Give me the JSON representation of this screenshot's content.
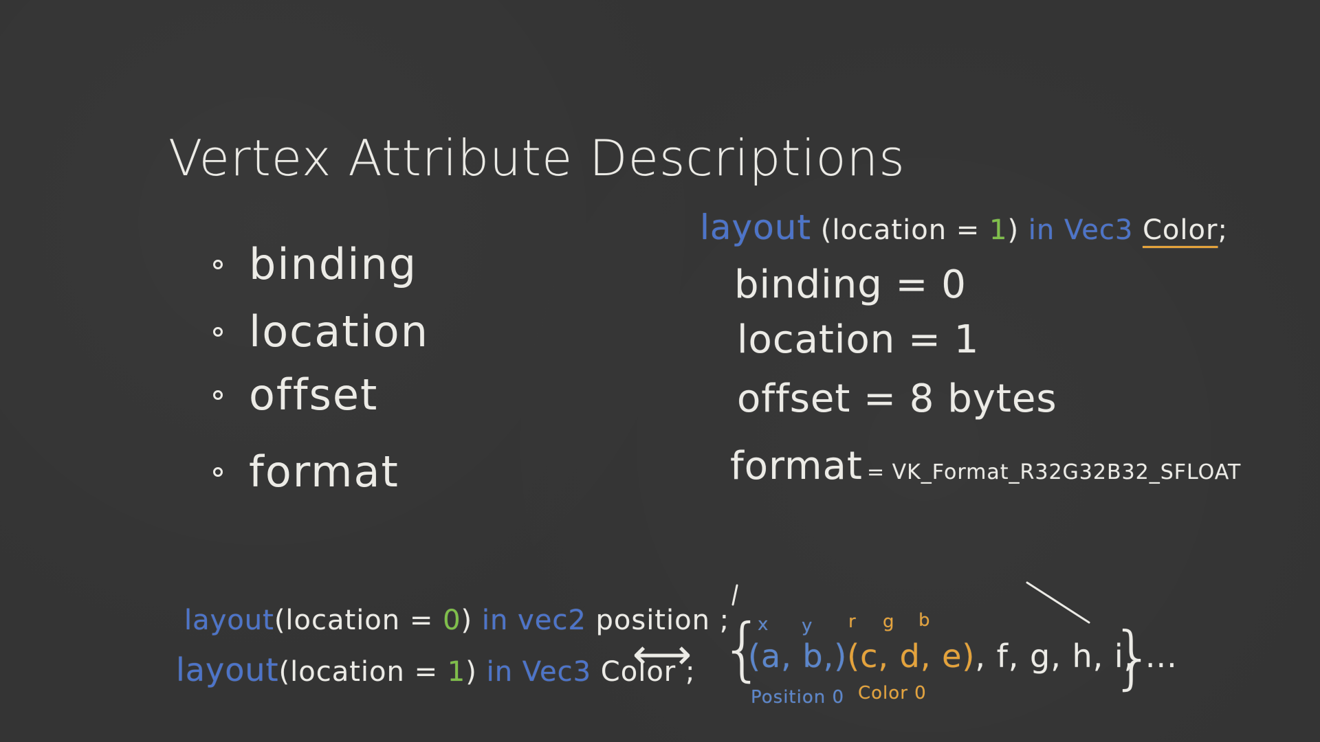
{
  "title": "Vertex Attribute Descriptions",
  "bullets": [
    "binding",
    "location",
    "offset",
    "format"
  ],
  "top_layout": {
    "keyword": "layout",
    "loc_open": "(location = ",
    "loc_num": "1",
    "loc_close": ")",
    "in_type": "in Vec3",
    "name": "Color",
    "semicolon": ";"
  },
  "details": {
    "binding": "binding = 0",
    "location": "location = 1",
    "offset": "offset = 8 bytes",
    "format_label": "format",
    "format_value": "= VK_Format_R32G32B32_SFLOAT"
  },
  "bottom_layout": {
    "line1": {
      "keyword": "layout",
      "loc_open": "(location = ",
      "loc_num": "0",
      "loc_close": ")",
      "in_type": "in vec2",
      "name": "position ;"
    },
    "line2": {
      "keyword": "layout",
      "loc_open": "(location = ",
      "loc_num": "1",
      "loc_close": ")",
      "in_type": "in Vec3",
      "name": "Color ;"
    }
  },
  "arrow": "⟷",
  "buffer": {
    "open_brace": "{",
    "close_brace": "}",
    "x_label": "x",
    "y_label": "y",
    "r_label": "r",
    "g_label": "g",
    "b_label": "b",
    "group1": "(a, b,)",
    "group2": "(c, d, e)",
    "rest": ", f, g, h, i, ...",
    "position_label": "Position 0",
    "color_label": "Color 0"
  },
  "colors": {
    "background": "#343434",
    "chalk": "#ecebe6",
    "blue": "#4d74c9",
    "green": "#7fbf4a",
    "orange": "#e5a33b"
  }
}
